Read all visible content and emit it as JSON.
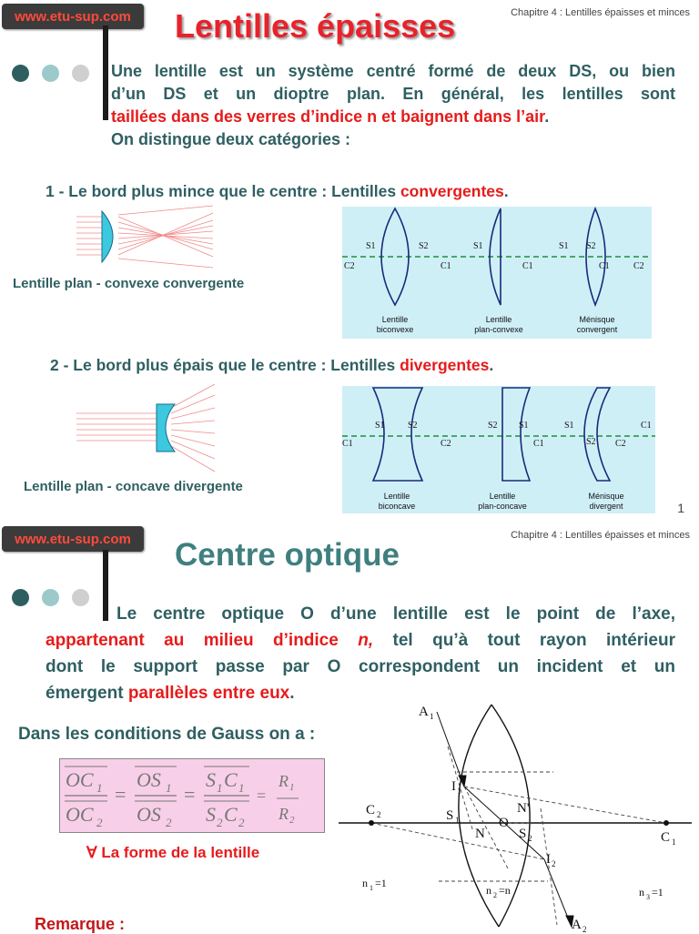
{
  "brand": "www.etu-sup.com",
  "chapter": "Chapitre 4 : Lentilles épaisses et minces",
  "page_number": "1",
  "slide1": {
    "title": "Lentilles épaisses",
    "intro_lines": [
      "Une lentille est un système centré formé de deux DS, ou bien",
      "d’un DS et un dioptre plan. En général, les lentilles sont"
    ],
    "intro_red": "taillées dans des verres d’indice n et baignent dans l’air",
    "intro_end": ".",
    "intro_last": "On distingue deux catégories :",
    "cat1_prefix": "1 - Le bord plus mince que le centre : Lentilles ",
    "cat1_red": "convergentes",
    "cat1_end": ".",
    "cat1_caption": "Lentille plan - convexe convergente",
    "cat2_prefix": "2 - Le bord plus épais que le centre : Lentilles ",
    "cat2_red": "divergentes",
    "cat2_end": ".",
    "cat2_caption": "Lentille plan - concave divergente",
    "conv_lenses": [
      "Lentille\nbiconvexe",
      "Lentille\nplan-convexe",
      "Ménisque\nconvergent"
    ],
    "conv_labels": {
      "s1": "S1",
      "s2": "S2",
      "c1": "C1",
      "c2": "C2"
    },
    "div_lenses": [
      "Lentille\nbiconcave",
      "Lentille\nplan-concave",
      "Ménisque\ndivergent"
    ]
  },
  "slide2": {
    "title": "Centre optique",
    "p1_a": "Le centre optique O ",
    "p1_b": "d’une",
    "p1_c": " lentille est le point de ",
    "p1_d": "l’axe,",
    "p2_red": "appartenant au milieu d’indice ",
    "p2_red_n": "n,",
    "p2_rest": " tel qu’à tout rayon intérieur",
    "p3": "dont le support passe par O correspondent un incident et un",
    "p4_a": "émergent ",
    "p4_red": "parallèles entre eux",
    "p4_end": ".",
    "gauss": "Dans les conditions de Gauss on a :",
    "forall": "∀ La forme de la lentille",
    "remark": "Remarque :",
    "diagram_labels": {
      "A1": "A1",
      "A2": "A2",
      "I1": "I1",
      "I2": "I2",
      "S1": "S1",
      "S2": "S2",
      "C1": "C1",
      "C2": "C2",
      "N": "N",
      "N2": "N'",
      "O": "O",
      "n1": "n1=1",
      "n2": "n2=n",
      "n3": "n3=1"
    }
  }
}
